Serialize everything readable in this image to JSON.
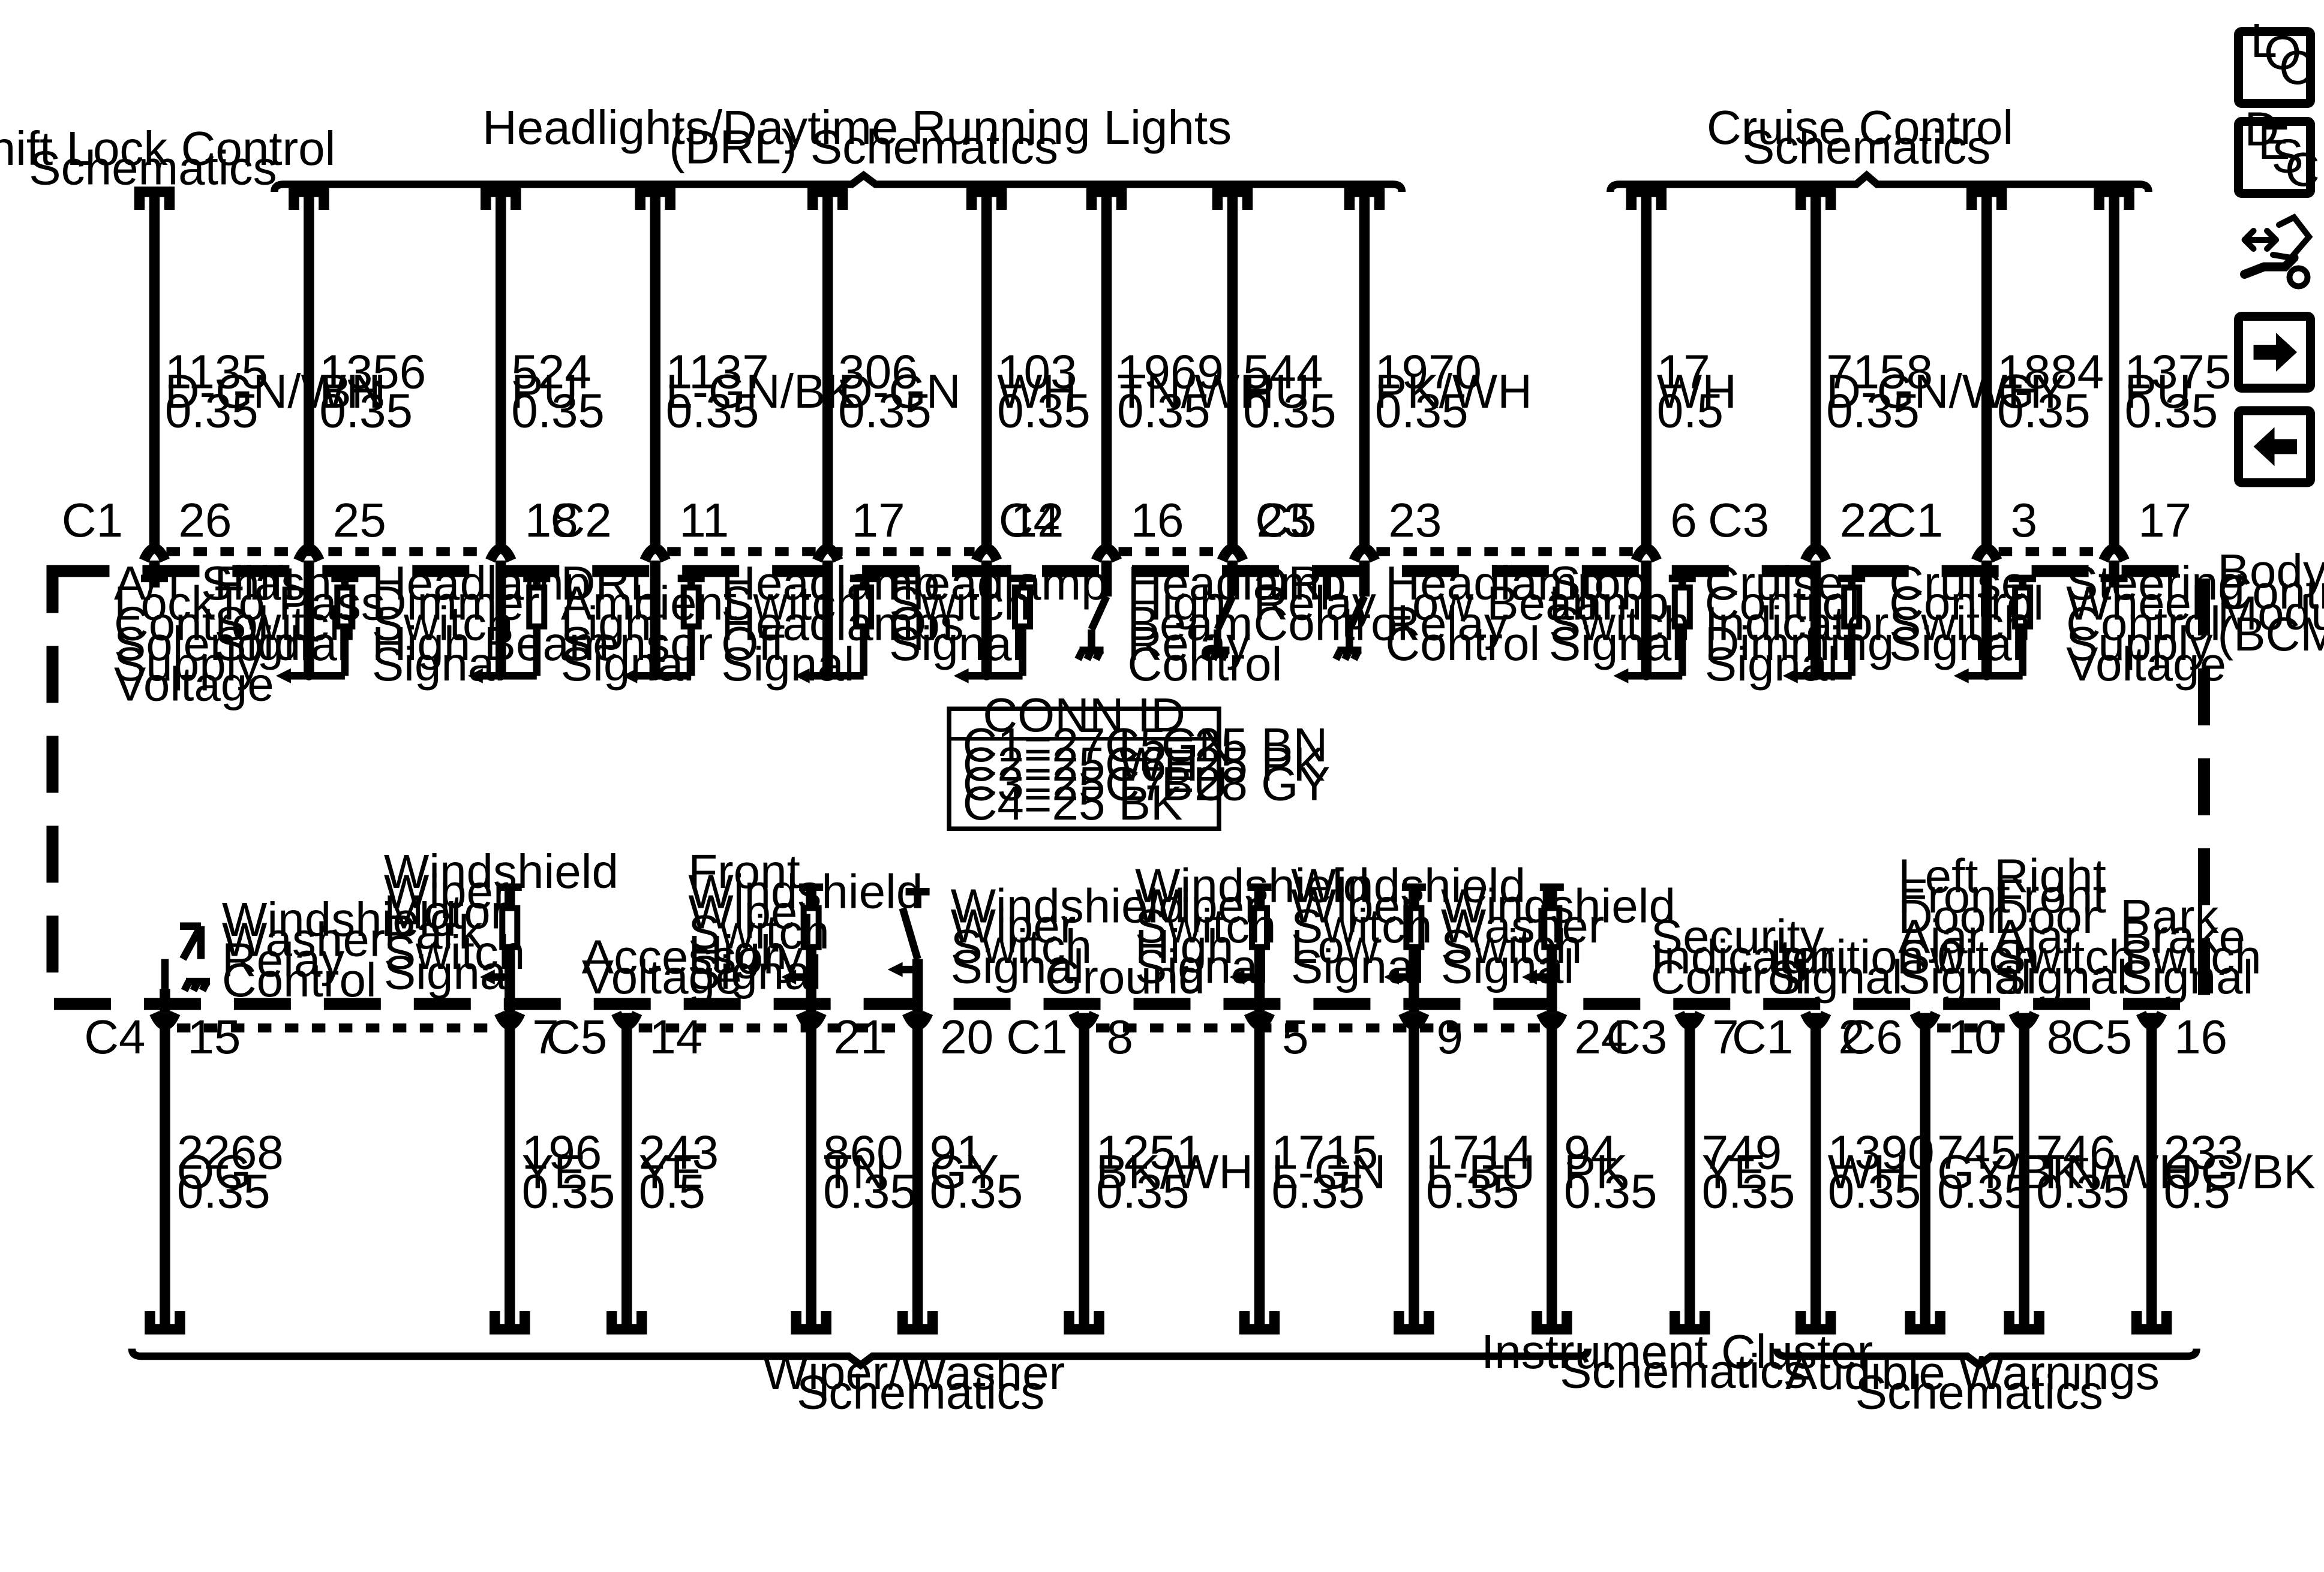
{
  "module": {
    "label": [
      "Body",
      "Control",
      "Module",
      "(BCM)"
    ]
  },
  "top_groups": [
    {
      "lines": [
        "Shift Lock Control",
        "Schematics"
      ]
    },
    {
      "lines": [
        "Headlights/Daytime Running Lights",
        "(DRL) Schematics"
      ]
    },
    {
      "lines": [
        "Cruise Control",
        "Schematics"
      ]
    }
  ],
  "bottom_groups": [
    {
      "lines": [
        "Wiper/Washer",
        "Schematics"
      ]
    },
    {
      "lines": [
        "Instrument Cluster",
        "Schematics"
      ]
    },
    {
      "lines": [
        "Audible Warnings",
        "Schematics"
      ]
    }
  ],
  "top_pins": [
    {
      "conn": "C1",
      "pin": "26",
      "circuit": "1135",
      "color": "D-GN/WH",
      "size": "0.35",
      "label": [
        "A/T Shift",
        "Lock",
        "Control",
        "Solenoid",
        "Supply",
        "Voltage"
      ]
    },
    {
      "conn": "",
      "pin": "25",
      "circuit": "1356",
      "color": "BN",
      "size": "0.35",
      "label": [
        "Flash",
        "To Pass",
        "Switch",
        "Signal"
      ]
    },
    {
      "conn": "",
      "pin": "18",
      "circuit": "524",
      "color": "PU",
      "size": "0.35",
      "label": [
        "Headlamp",
        "Dimmer",
        "Switch",
        "High Beam",
        "Signal"
      ]
    },
    {
      "conn": "C2",
      "pin": "11",
      "circuit": "1137",
      "color": "L-GN/BK",
      "size": "0.35",
      "label": [
        "DRL",
        "Ambient",
        "Light",
        "Sensor",
        "Signal"
      ]
    },
    {
      "conn": "",
      "pin": "17",
      "circuit": "306",
      "color": "D-GN",
      "size": "0.35",
      "label": [
        "Headlamp",
        "Switch",
        "Headlamps",
        "Off",
        "Signal"
      ]
    },
    {
      "conn": "",
      "pin": "12",
      "circuit": "103",
      "color": "WH",
      "size": "0.35",
      "label": [
        "Headlamp",
        "Switch",
        "On",
        "Signal"
      ]
    },
    {
      "conn": "C4",
      "pin": "16",
      "circuit": "1969",
      "color": "TN/WH",
      "size": "0.35",
      "label": [
        "Headlamp",
        "High",
        "Beam",
        "Relay",
        "Control"
      ]
    },
    {
      "conn": "",
      "pin": "23",
      "circuit": "544",
      "color": "PU",
      "size": "0.35",
      "label": [
        "DRL",
        "Relay",
        "Control"
      ]
    },
    {
      "conn": "C5",
      "pin": "23",
      "circuit": "1970",
      "color": "PK/WH",
      "size": "0.35",
      "label": [
        "Headlamp",
        "Low Beam",
        "Relay",
        "Control"
      ]
    },
    {
      "conn": "",
      "pin": "6",
      "circuit": "17",
      "color": "WH",
      "size": "0.5",
      "label": [
        "Stop",
        "Lamp",
        "Switch",
        "Signal"
      ]
    },
    {
      "conn": "C3",
      "pin": "22",
      "circuit": "7158",
      "color": "D-GN/WH",
      "size": "0.35",
      "label": [
        "Cruise",
        "Control",
        "Indicator",
        "Dimming",
        "Signal"
      ]
    },
    {
      "conn": "C1",
      "pin": "3",
      "circuit": "1884",
      "color": "GY",
      "size": "0.35",
      "label": [
        "Cruise",
        "Control",
        "Switch",
        "Signal"
      ]
    },
    {
      "conn": "",
      "pin": "17",
      "circuit": "1375",
      "color": "PU",
      "size": "0.35",
      "label": [
        "Steering",
        "Wheel",
        "Control",
        "Supply",
        "Voltage"
      ]
    }
  ],
  "bottom_pins": [
    {
      "conn": "C4",
      "pin": "15",
      "circuit": "2268",
      "color": "OG",
      "size": "0.35",
      "label": [
        "Windshield",
        "Washer",
        "Relay",
        "Control"
      ]
    },
    {
      "conn": "",
      "pin": "7",
      "circuit": "196",
      "color": "YE",
      "size": "0.35",
      "label": [
        "Windshield",
        "Wiper",
        "Motor",
        "Park",
        "Switch",
        "Signal"
      ]
    },
    {
      "conn": "C5",
      "pin": "14",
      "circuit": "243",
      "color": "YE",
      "size": "0.5",
      "label": [
        "Accessory",
        "Voltage"
      ]
    },
    {
      "conn": "",
      "pin": "21",
      "circuit": "860",
      "color": "TN",
      "size": "0.35",
      "label": [
        "Front",
        "Windshield",
        "Wiper",
        "Switch",
        "High",
        "Signal"
      ]
    },
    {
      "conn": "",
      "pin": "20",
      "circuit": "91",
      "color": "GY",
      "size": "0.35",
      "label": [
        "Windshield",
        "Wiper",
        "Switch",
        "Signal"
      ]
    },
    {
      "conn": "C1",
      "pin": "8",
      "circuit": "1251",
      "color": "BK/WH",
      "size": "0.35",
      "label": [
        "Ground"
      ]
    },
    {
      "conn": "",
      "pin": "5",
      "circuit": "1715",
      "color": "L-GN",
      "size": "0.35",
      "label": [
        "Windshield",
        "Wiper",
        "Switch",
        "High",
        "Signal"
      ]
    },
    {
      "conn": "",
      "pin": "9",
      "circuit": "1714",
      "color": "L-BU",
      "size": "0.35",
      "label": [
        "Windshield",
        "Wiper",
        "Switch",
        "Low",
        "Signal"
      ]
    },
    {
      "conn": "",
      "pin": "24",
      "circuit": "94",
      "color": "PK",
      "size": "0.35",
      "label": [
        "Windshield",
        "Washer",
        "Switch",
        "Signal"
      ]
    },
    {
      "conn": "C3",
      "pin": "7",
      "circuit": "749",
      "color": "YE",
      "size": "0.35",
      "label": [
        "Security",
        "Indicator",
        "Control"
      ]
    },
    {
      "conn": "C1",
      "pin": "2",
      "circuit": "1390",
      "color": "WH",
      "size": "0.35",
      "label": [
        "Ignition 0",
        "Signal"
      ]
    },
    {
      "conn": "C6",
      "pin": "10",
      "circuit": "745",
      "color": "GY/BK",
      "size": "0.35",
      "label": [
        "Left",
        "Front",
        "Door",
        "Ajar",
        "Switch",
        "Signal"
      ]
    },
    {
      "conn": "",
      "pin": "8",
      "circuit": "746",
      "color": "TN/WH",
      "size": "0.35",
      "label": [
        "Right",
        "Front",
        "Door",
        "Ajar",
        "Switch",
        "Signal"
      ]
    },
    {
      "conn": "C5",
      "pin": "16",
      "circuit": "233",
      "color": "OG/BK",
      "size": "0.5",
      "label": [
        "Park",
        "Brake",
        "Switch",
        "Signal"
      ]
    }
  ],
  "conn_id": {
    "title": "CONN ID",
    "col1": [
      "C1=27 L-GN",
      "C2=25 WH",
      "C3=25 L-BU",
      "C4=25 BK"
    ],
    "col2": [
      "C5=25 BN",
      "C6=25 PK",
      "C7=28 GY"
    ]
  },
  "nav": [
    {
      "name": "loc-button",
      "letters": [
        "L",
        "O",
        "C"
      ]
    },
    {
      "name": "desc-button",
      "letters": [
        "D",
        "E",
        "S",
        "C"
      ]
    },
    {
      "name": "connector-view-button",
      "icon": "connector-wrench-icon"
    },
    {
      "name": "next-page-button",
      "icon": "arrow-right-icon"
    },
    {
      "name": "previous-page-button",
      "icon": "arrow-left-icon"
    }
  ]
}
